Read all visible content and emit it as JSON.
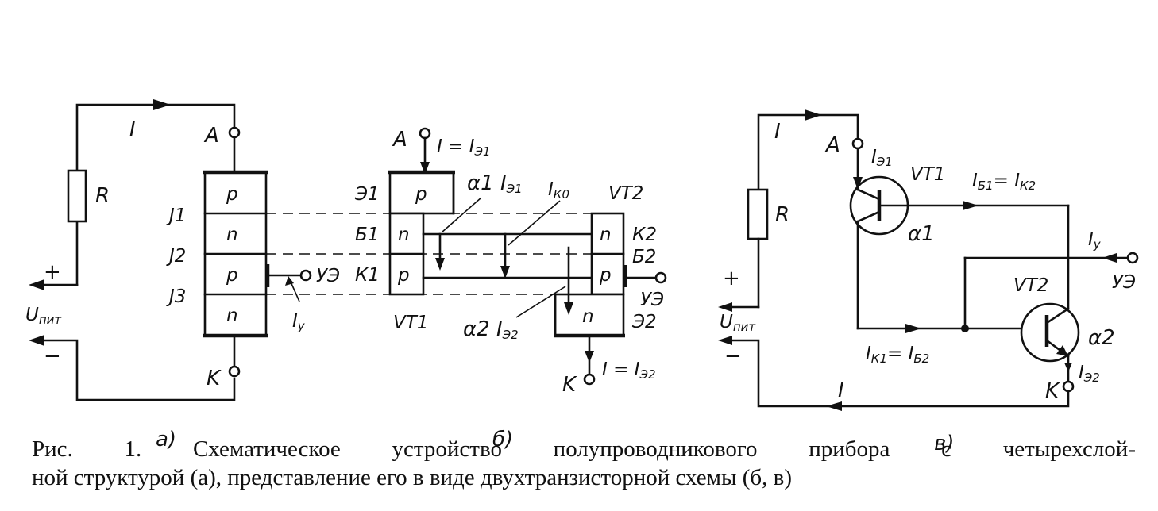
{
  "diagram": {
    "panel_a": {
      "current": "I",
      "resistor": "R",
      "anode": "A",
      "cathode": "K",
      "plus": "+",
      "minus": "−",
      "supply": "U",
      "supply_sub": "пит",
      "layers": [
        "p",
        "n",
        "p",
        "n"
      ],
      "junctions": [
        "J1",
        "J2",
        "J3"
      ],
      "gate": "УЭ",
      "gate_current": "I",
      "gate_current_sub": "у",
      "tag": "а)"
    },
    "panel_b": {
      "anode": "A",
      "in_current": "I = I",
      "in_current_sub": "Э1",
      "vt1_layers": [
        "p",
        "n",
        "p"
      ],
      "vt1_labels": [
        "Э1",
        "Б1",
        "К1"
      ],
      "vt1": "VT1",
      "alpha1_current": "α1 I",
      "alpha1_current_sub": "Э1",
      "leak": "I",
      "leak_sub": "К0",
      "vt2": "VT2",
      "vt2_layers": [
        "n",
        "p",
        "n"
      ],
      "vt2_labels": [
        "К2",
        "Б2",
        "Э2"
      ],
      "gate": "УЭ",
      "alpha2_current": "α2 I",
      "alpha2_current_sub": "Э2",
      "cathode": "K",
      "out_current": "I = I",
      "out_current_sub": "Э2",
      "tag": "б)"
    },
    "panel_c": {
      "current": "I",
      "resistor": "R",
      "anode": "A",
      "ie1": "I",
      "ie1_sub": "Э1",
      "vt1": "VT1",
      "alpha1": "α1",
      "ib1": "I",
      "ib1_sub": "Б1",
      "ik2": "= I",
      "ik2_sub": "К2",
      "iy": "I",
      "iy_sub": "у",
      "gate": "УЭ",
      "vt2": "VT2",
      "alpha2": "α2",
      "plus": "+",
      "minus": "−",
      "supply": "U",
      "supply_sub": "пит",
      "ik1": "I",
      "ik1_sub": "К1",
      "ib2": "= I",
      "ib2_sub": "Б2",
      "ie2": "I",
      "ie2_sub": "Э2",
      "cathode": "K",
      "bottom_current": "I",
      "tag": "в)"
    }
  },
  "caption": {
    "line1": "Рис. 1. Схематическое устройство полупроводникового прибора с четырехслой-",
    "line2": "ной структурой (а), представление его в виде двухтранзисторной схемы (б, в)"
  }
}
